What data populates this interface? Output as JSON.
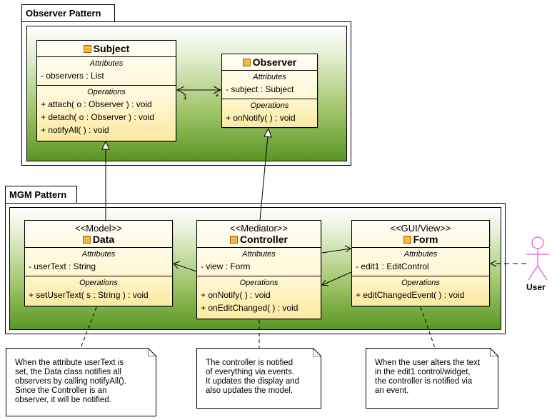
{
  "packages": {
    "observer": {
      "title": "Observer Pattern"
    },
    "mgm": {
      "title": "MGM Pattern"
    }
  },
  "classes": {
    "subject": {
      "name": "Subject",
      "attributes_title": "Attributes",
      "attributes": [
        "- observers : List"
      ],
      "operations_title": "Operations",
      "operations": [
        "+ attach( o : Observer ) : void",
        "+ detach( o : Observer ) : void",
        "+ notifyAll(  ) : void"
      ]
    },
    "observer": {
      "name": "Observer",
      "attributes_title": "Attributes",
      "attributes": [
        "- subject : Subject"
      ],
      "operations_title": "Operations",
      "operations": [
        "+ onNotify(  ) : void"
      ]
    },
    "data": {
      "stereotype": "<<Model>>",
      "name": "Data",
      "attributes_title": "Attributes",
      "attributes": [
        "- userText : String"
      ],
      "operations_title": "Operations",
      "operations": [
        "+ setUserText( s : String ) : void"
      ]
    },
    "controller": {
      "stereotype": "<<Mediator>>",
      "name": "Controller",
      "attributes_title": "Attributes",
      "attributes": [
        "- view : Form"
      ],
      "operations_title": "Operations",
      "operations": [
        "+ onNotify(  ) : void",
        "+ onEditChanged(  ) : void"
      ]
    },
    "form": {
      "stereotype": "<<GUI/View>>",
      "name": "Form",
      "attributes_title": "Attributes",
      "attributes": [
        "- edit1 : EditControl"
      ],
      "operations_title": "Operations",
      "operations": [
        "+ editChangedEvent(  ) : void"
      ]
    }
  },
  "association": {
    "multiplicity_left": "1",
    "multiplicity_right": "*"
  },
  "actor": {
    "label": "User"
  },
  "notes": {
    "data": "When the attribute userText is\nset, the Data class notifies all\nobservers by calling notifyAll().\nSince the Controller is an\nobserver, it will be notified.",
    "controller": "The controller is notified\nof everything via events.\nIt updates the display and\nalso updates the model.",
    "form": "When the user alters the text\nin the edit1 control/widget,\nthe controller is notified via\nan event."
  },
  "colors": {
    "package_gradient_top": "#ffffff",
    "package_gradient_bottom": "#5a9624",
    "class_fill": "#fff8d8",
    "class_fill_bottom": "#fbeaa0",
    "actor": "#e060e0"
  }
}
